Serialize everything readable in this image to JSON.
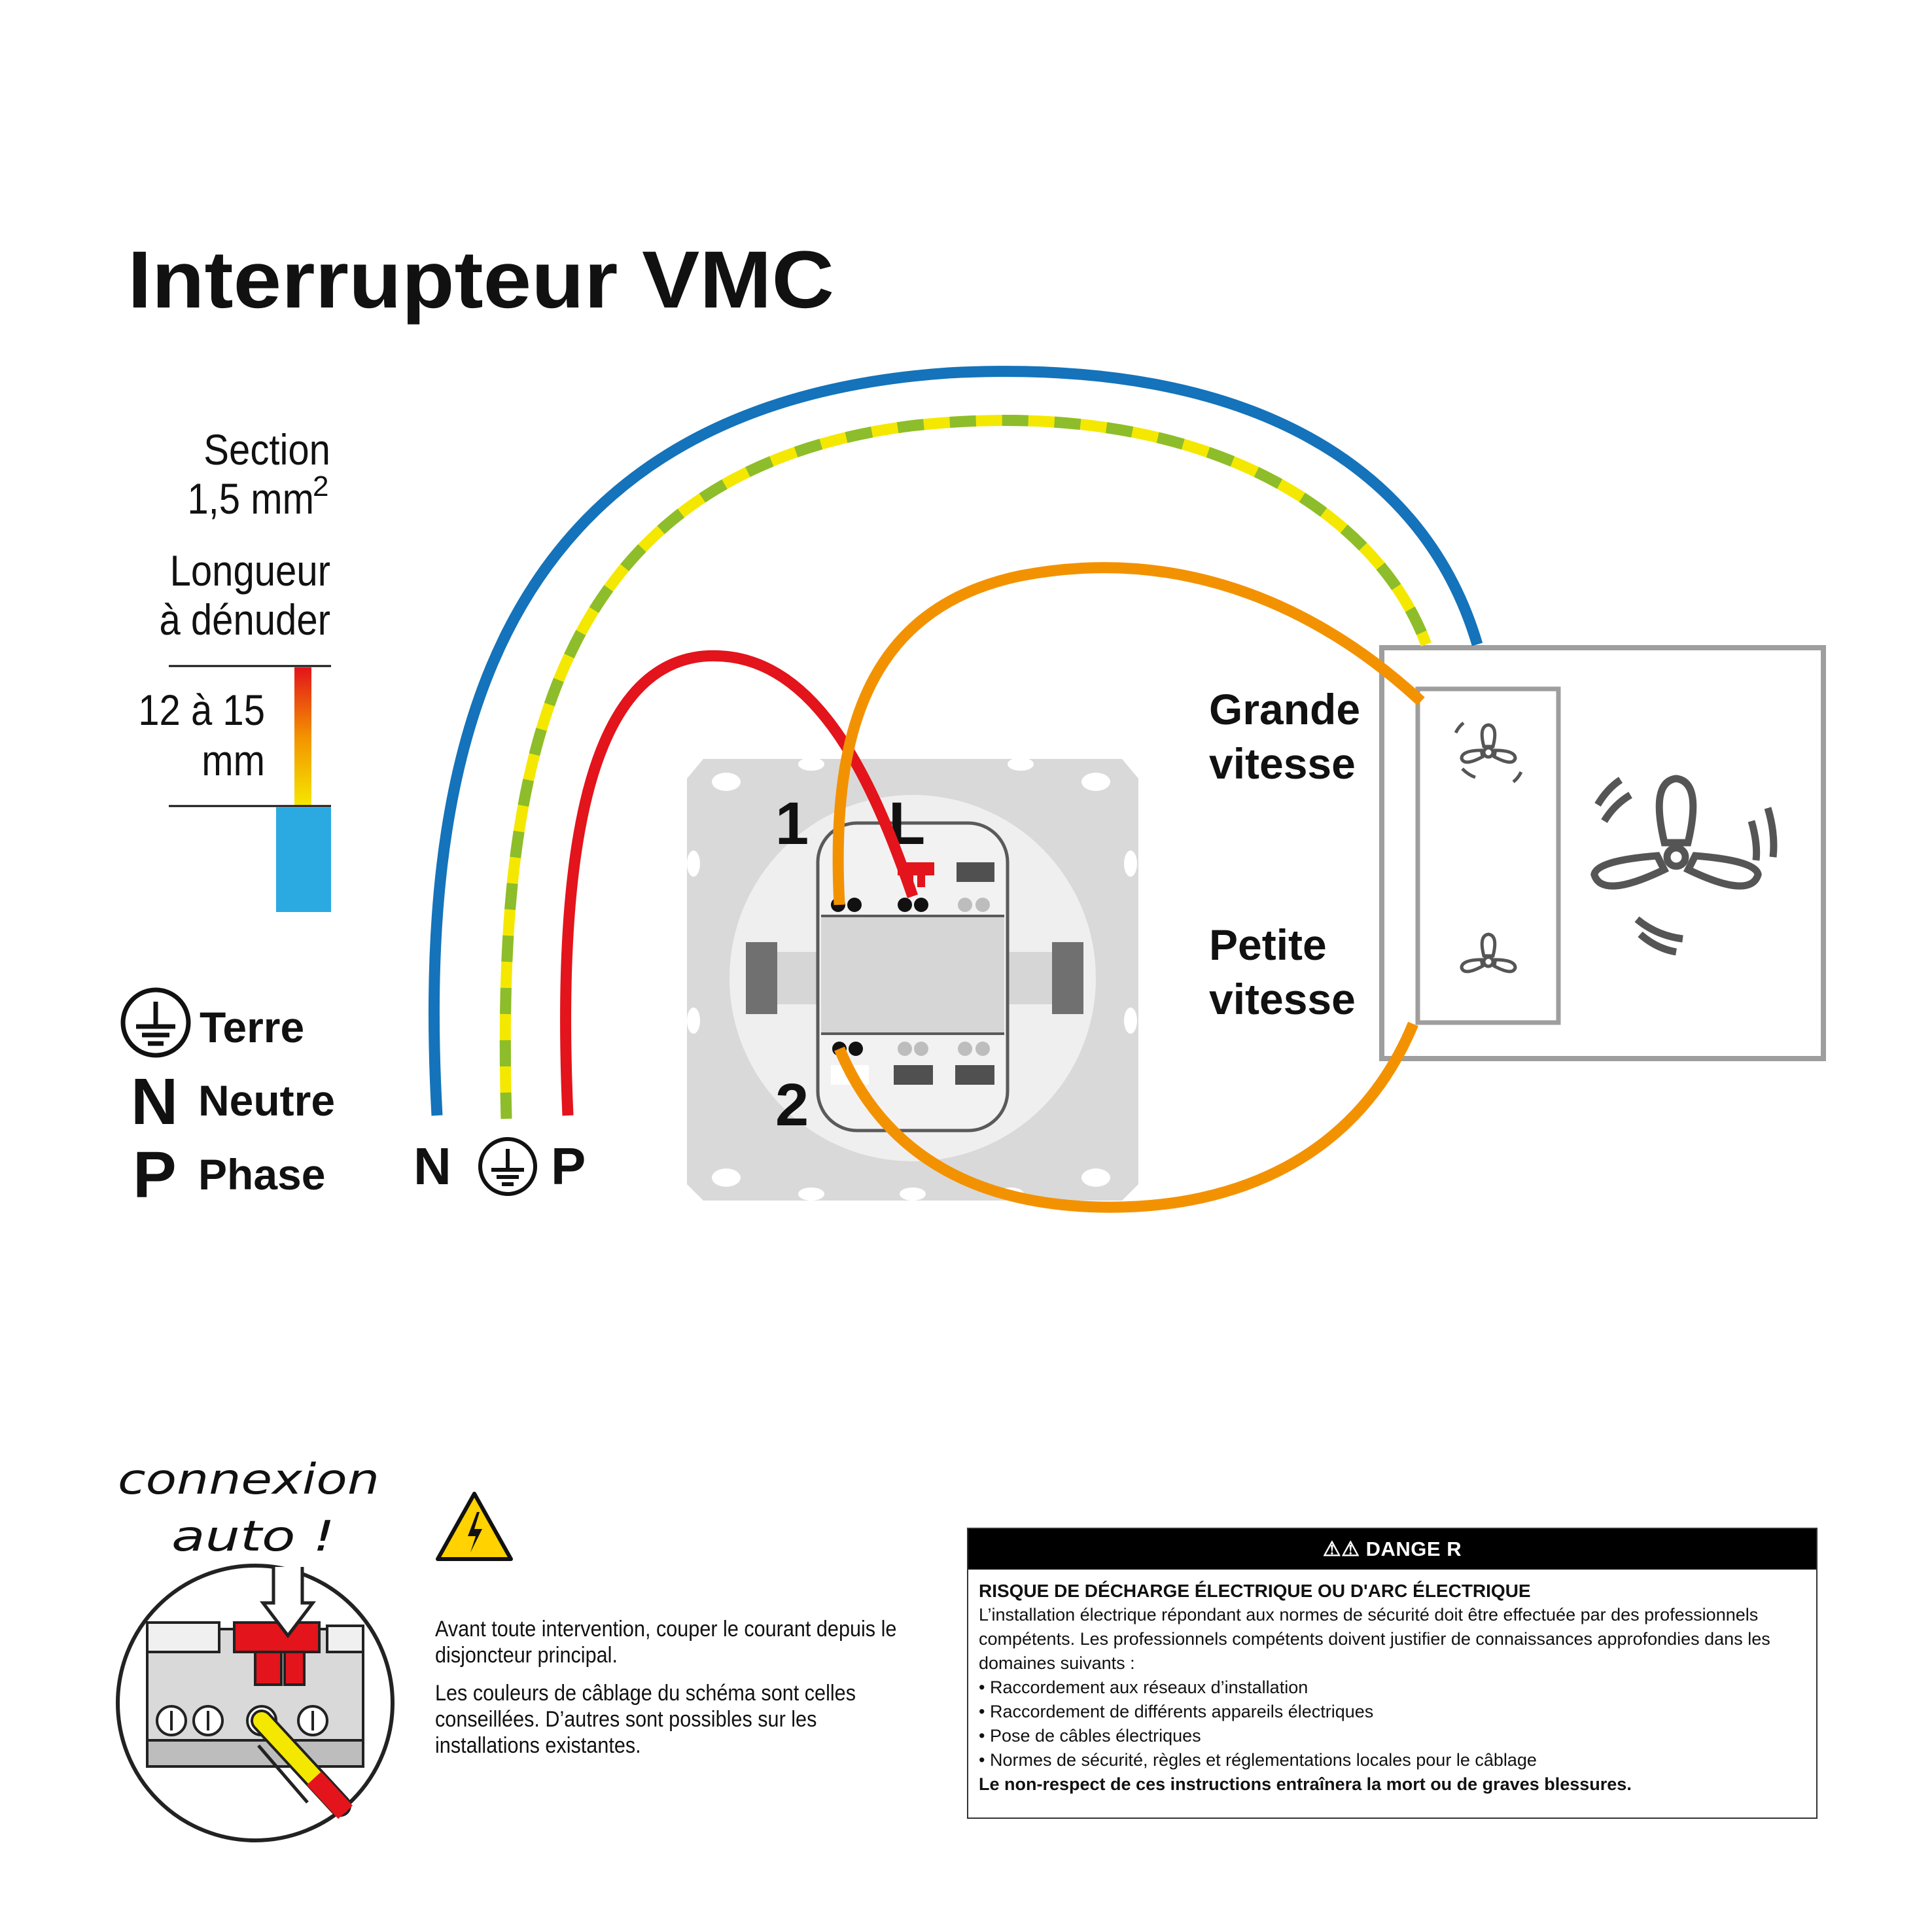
{
  "title": "Interrupteur VMC",
  "section": {
    "line1": "Section",
    "line2": "1,5 mm",
    "sup": "2"
  },
  "strip": {
    "line1": "Longueur",
    "line2": "à dénuder",
    "value1": "12 à 15",
    "value2": "mm"
  },
  "legend": [
    {
      "symbol": "earth-icon",
      "label": "Terre"
    },
    {
      "symbol": "N",
      "label": "Neutre"
    },
    {
      "symbol": "P",
      "label": "Phase"
    }
  ],
  "supply_labels": {
    "neutral": "N",
    "phase": "P"
  },
  "switch_labels": {
    "t1": "1",
    "tL": "L",
    "t2": "2"
  },
  "vmc": {
    "high": {
      "l1": "Grande",
      "l2": "vitesse"
    },
    "low": {
      "l1": "Petite",
      "l2": "vitesse"
    }
  },
  "auto": {
    "l1": "connexion",
    "l2": "auto !"
  },
  "notes": {
    "bold": "Avant toute intervention, couper le courant depuis le disjoncteur principal.",
    "regular": "Les couleurs de câblage du schéma sont celles conseillées. D’autres sont possibles sur les installations existantes."
  },
  "danger": {
    "header": "DANGE R",
    "heading": "RISQUE DE DÉCHARGE ÉLECTRIQUE OU D'ARC ÉLECTRIQUE",
    "intro": "L’installation électrique répondant aux normes de sécurité doit être effectuée par des professionnels compétents. Les professionnels compétents doivent justifier de connaissances approfondies dans les domaines suivants :",
    "items": [
      "Raccordement aux réseaux d’installation",
      "Raccordement de différents appareils électriques",
      "Pose de câbles électriques",
      "Normes de sécurité, règles et réglementations locales pour le câblage"
    ],
    "footer": "Le non-respect de ces instructions entraînera la mort ou de graves blessures."
  },
  "colors": {
    "neutral": "#1473ba",
    "earth_yellow": "#f5e800",
    "earth_green": "#8dbd2a",
    "phase": "#e3141b",
    "speed": "#f39200",
    "plate": "#d9d9d9",
    "box": "#9e9e9e",
    "strip_bare": "#2ba9e1"
  }
}
